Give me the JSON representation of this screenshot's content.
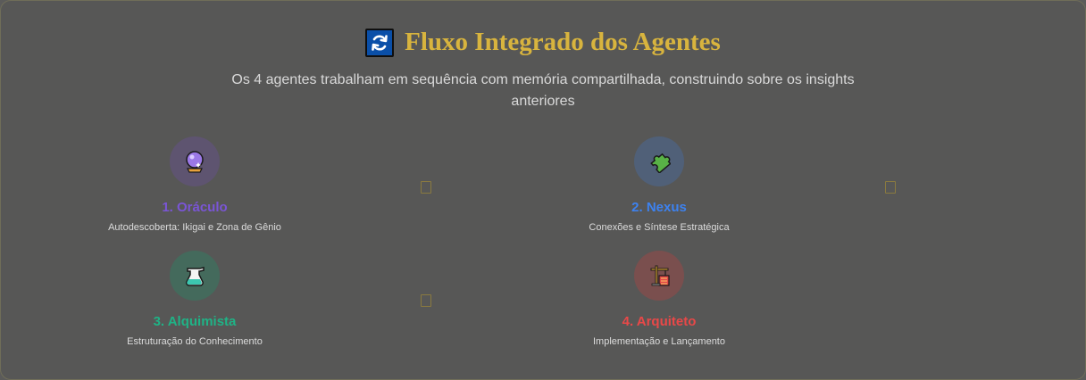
{
  "header": {
    "title": "Fluxo Integrado dos Agentes",
    "title_icon": "cycle-arrows-icon",
    "subtitle": "Os 4 agentes trabalham em sequência com memória compartilhada, construindo sobre os insights anteriores"
  },
  "agents": [
    {
      "name": "1. Oráculo",
      "description": "Autodescoberta: Ikigai e Zona de Gênio",
      "icon": "crystal-ball-icon",
      "color": "#7a55d6"
    },
    {
      "name": "2. Nexus",
      "description": "Conexões e Síntese Estratégica",
      "icon": "puzzle-piece-icon",
      "color": "#3d82f0"
    },
    {
      "name": "3. Alquimista",
      "description": "Estruturação do Conhecimento",
      "icon": "alchemy-flask-icon",
      "color": "#1fb386"
    },
    {
      "name": "4. Arquiteto",
      "description": "Implementação e Lançamento",
      "icon": "construction-crane-icon",
      "color": "#e94848"
    }
  ],
  "arrows": [
    "arrow-icon",
    "arrow-icon",
    "arrow-icon"
  ]
}
